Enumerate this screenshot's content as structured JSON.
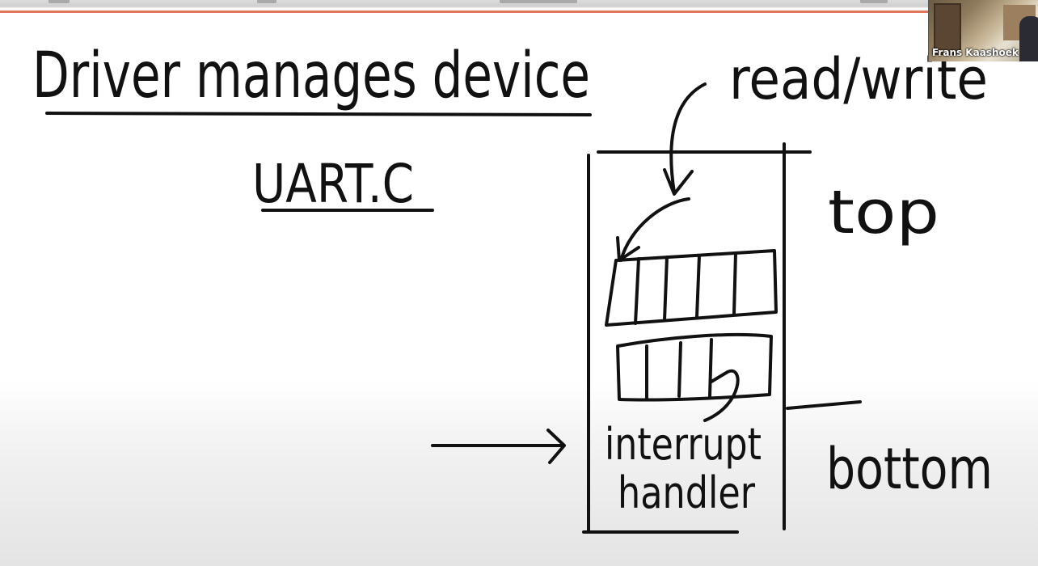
{
  "whiteboard": {
    "title": "Driver manages device",
    "file_name": "UART.C",
    "label_read_write": "read/write",
    "label_top": "top",
    "label_bottom": "bottom",
    "label_interrupt": "interrupt",
    "label_handler": "handler"
  },
  "participant": {
    "name": "Frans Kaashoek"
  },
  "colors": {
    "ink": "#111111",
    "toolbar_accent": "#e0775a",
    "canvas_background": "#ffffff"
  }
}
